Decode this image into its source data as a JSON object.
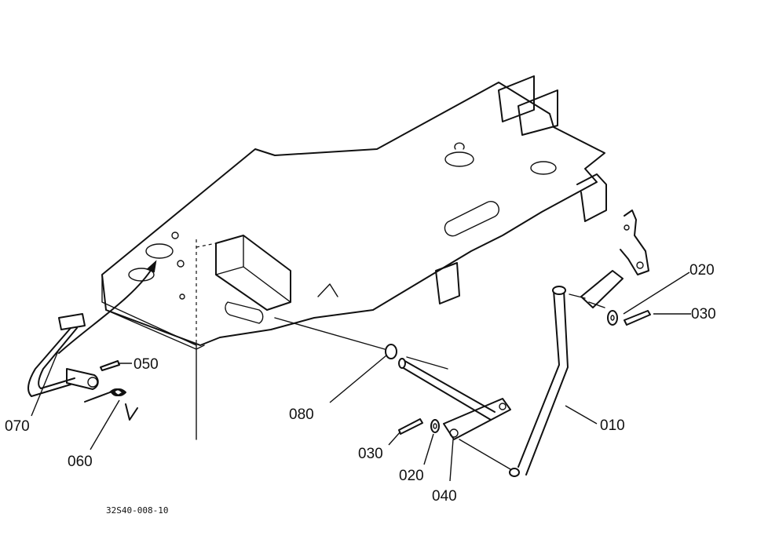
{
  "diagram": {
    "drawing_code": "32S40-008-10",
    "parts": [
      {
        "id": "p010",
        "label": "010"
      },
      {
        "id": "p020a",
        "label": "020"
      },
      {
        "id": "p030a",
        "label": "030"
      },
      {
        "id": "p030b",
        "label": "030"
      },
      {
        "id": "p020b",
        "label": "020"
      },
      {
        "id": "p040",
        "label": "040"
      },
      {
        "id": "p050",
        "label": "050"
      },
      {
        "id": "p060",
        "label": "060"
      },
      {
        "id": "p070",
        "label": "070"
      },
      {
        "id": "p080",
        "label": "080"
      }
    ]
  }
}
